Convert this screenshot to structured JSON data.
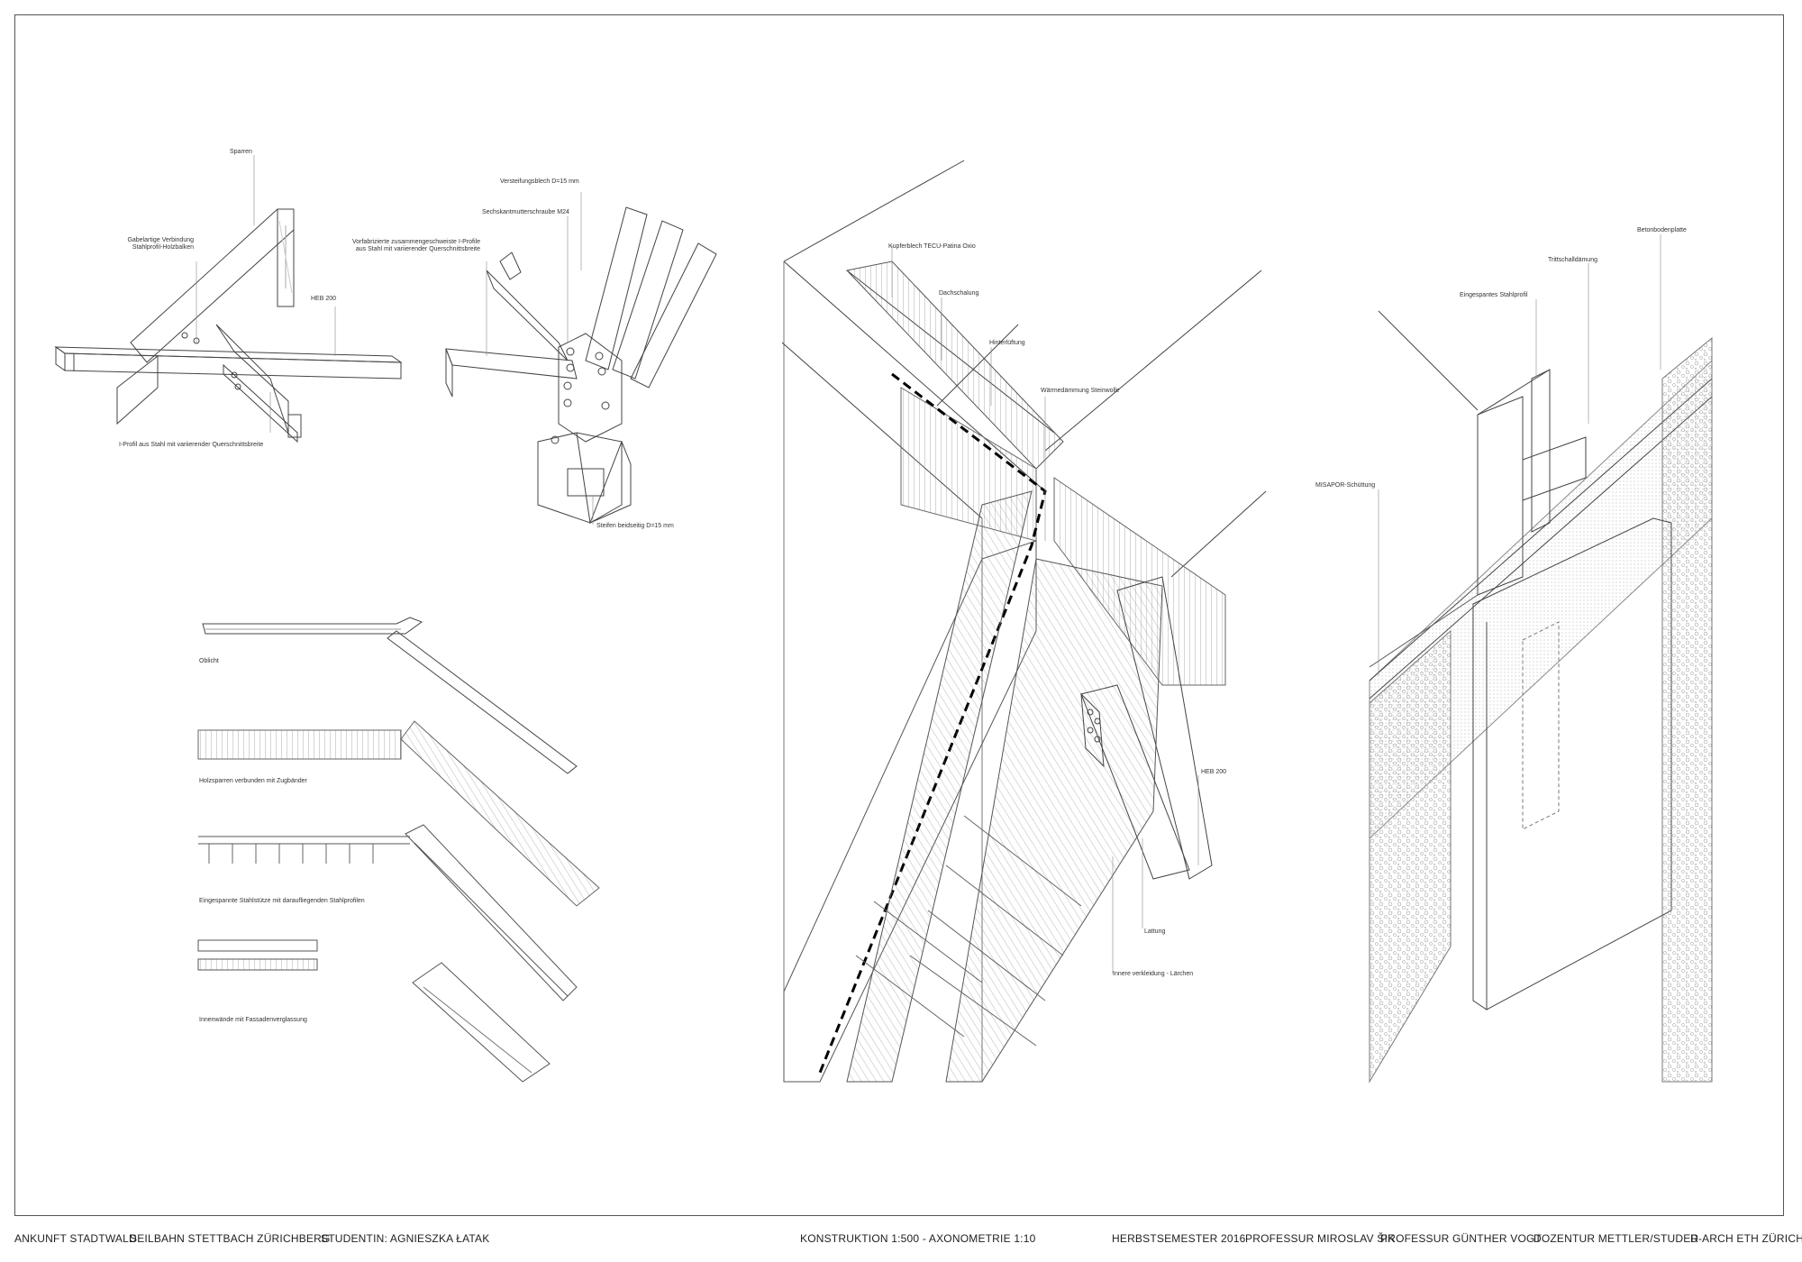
{
  "labels": {
    "sparren": "Sparren",
    "gabel": "Gabelartige Verbindung\nStahlprofil-Holzbalken",
    "heb_top": "HEB 200",
    "iprofil": "I-Profil aus Stahl mit variierender Querschnittsbreite",
    "versteifung": "Versteifungsblech D=15 mm",
    "sechskant": "Sechskantmutterschraube M24",
    "vorfab": "Vorfabrizierte zusammengeschweiste I-Profile\naus Stahl mit variierender Querschnittsbreite",
    "steifen": "Steifen beidseitig D=15 mm",
    "oblicht": "Oblicht",
    "holzsparren": "Holzsparren verbunden mit Zugbänder",
    "stahlstuetze": "Eingespannte Stahlstütze mit daraufliegenden Stahlprofilen",
    "innenwaende": "Innenwände mit Fassadenverglassung",
    "kupfer": "Kupferblech TECU-Patina Oxio",
    "dachschalung": "Dachschalung",
    "hinterlueftung": "Hinterlüftung",
    "waermedaemmung": "Wärmedämmung Steinwolle",
    "heb_mid": "HEB 200",
    "lattung": "Lattung",
    "innere": "Innere verkleidung - Lärchen",
    "betonbodenplatte": "Betonbodenplatte",
    "trittschall": "Trittschalldämung",
    "eingespanntes": "Eingespantes Stahlprofil",
    "misapor": "MISAPOR-Schüttung"
  },
  "footer": {
    "project": "ANKUNFT STADTWALD",
    "subject": "SEILBAHN STETTBACH ZÜRICHBERG",
    "student": "STUDENTIN: AGNIESZKA ŁATAK",
    "scale": "KONSTRUKTION 1:500 - AXONOMETRIE 1:10",
    "semester": "HERBSTSEMESTER 2016",
    "prof1": "PROFESSUR MIROSLAV ŠIK",
    "prof2": "PROFESSUR GÜNTHER VOGT",
    "dozentur": "DOZENTUR METTLER/STUDER",
    "dept": "D-ARCH ETH ZÜRICH"
  }
}
